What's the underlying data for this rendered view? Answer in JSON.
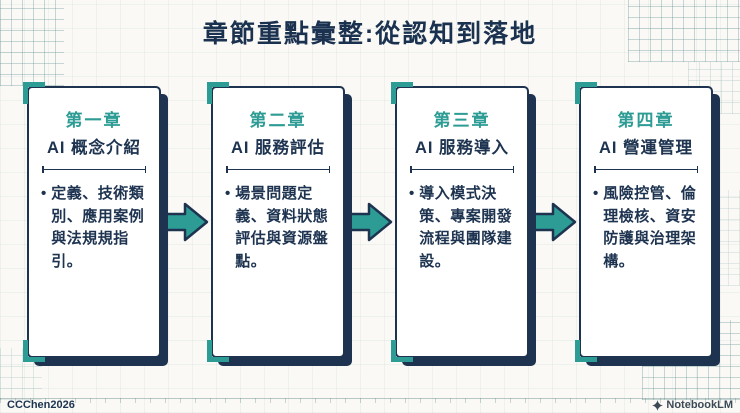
{
  "slide": {
    "title": "章節重點彙整:從認知到落地"
  },
  "bullet_char": "•",
  "cards": [
    {
      "chapter": "第一章",
      "title": "AI 概念介紹",
      "bullet": "定義、技術類別、應用案例與法規規指引。"
    },
    {
      "chapter": "第二章",
      "title": "AI 服務評估",
      "bullet": "場景問題定義、資料狀態評估與資源盤點。"
    },
    {
      "chapter": "第三章",
      "title": "AI 服務導入",
      "bullet": "導入模式決策、專案開發流程與團隊建設。"
    },
    {
      "chapter": "第四章",
      "title": "AI 營運管理",
      "bullet": "風險控管、倫理檢核、資安防護與治理架構。"
    }
  ],
  "footer": {
    "credit": "CCChen2026",
    "brand": "NotebookLM"
  },
  "icons": {
    "arrow": "arrow-right-icon",
    "brand": "notebooklm-icon",
    "corner": "corner-bracket-icon"
  },
  "colors": {
    "teal": "#2D9C94",
    "navy": "#1D3350",
    "background": "#FAF9F5",
    "card": "#FFFFFF"
  }
}
